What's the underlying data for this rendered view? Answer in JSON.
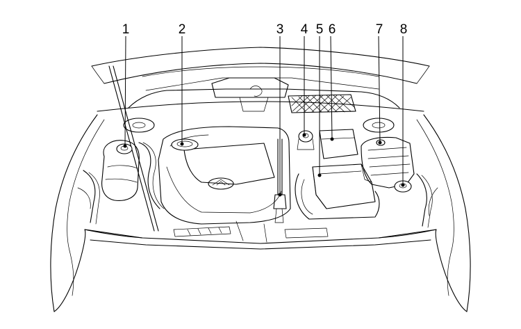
{
  "diagram": {
    "callouts": [
      {
        "label": "1"
      },
      {
        "label": "2"
      },
      {
        "label": "3"
      },
      {
        "label": "4"
      },
      {
        "label": "5"
      },
      {
        "label": "6"
      },
      {
        "label": "7"
      },
      {
        "label": "8"
      }
    ]
  }
}
